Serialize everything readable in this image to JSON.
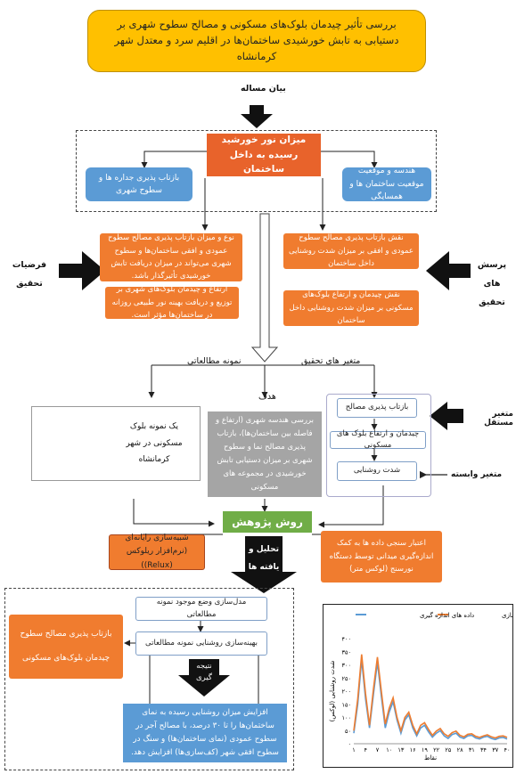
{
  "title": "بررسی تأثیر چیدمان بلوک‌های مسکونی و مصالح سطوح شهری بر دستیابی به تابش خورشیدی ساختمان‌ها در اقلیم سرد و معتدل شهر کرمانشاه",
  "problem_statement": "بیان مساله",
  "sunlight_box": "میزان نور خورشید رسیده به داخل ساختمان",
  "reflectivity_box": "بازتاب پذیری جداره ها و سطوح شهری",
  "geometry_box": "هندسه و موقعیت موقعیت ساختمان ها و همسایگی",
  "hypotheses_label": "فرضیات تحقیق",
  "questions_label": "پرسش های تحقیق",
  "hypothesis_1": "نوع و میزان بازتاب پذیری مصالح سطوح عمودی و افقی ساختمان‌ها و سطوح شهری می‌تواند در میزان دریافت تابش خورشیدی تأثیرگذار باشد.",
  "hypothesis_2": "ارتفاع و چیدمان بلوک‌های شهری بر توزیع و دریافت بهینه نور طبیعی روزانه در ساختمان‌ها مؤثر است.",
  "question_1": "نقش بازتاب پذیری مصالح سطوح عمودی و افقی بر میزان شدت روشنایی داخل ساختمان",
  "question_2": "نقش چیدمان و ارتفاع بلوک‌های مسکونی بر میزان شدت روشنایی داخل ساختمان",
  "case_study_label": "نمونه مطالعاتی",
  "variables_label": "متغیر های تحقیق",
  "goal_label": "هدف",
  "case_study_text": "یک نمونه بلوک مسکونی در شهر کرمانشاه",
  "goal_text": "بررسی هندسه شهری (ارتفاع و فاصله بین ساختمان‌ها)، بازتاب پذیری مصالح نما و سطوح شهری بر میزان دستیابی تابش خورشیدی در مجموعه های مسکونی",
  "variable_1": "بازتاب پذیری مصالح",
  "variable_2": "چیدمان و ارتفاع بلوک های مسکونی",
  "variable_3": "شدت روشنایی",
  "independent_label": "متغیر مستقل",
  "dependent_label": "متغیر وابسته",
  "method_box": "روش پژوهش",
  "simulation_box": "شبیه‌سازی رایانه‌ای (نرم‌افزار ریلوکس (Relux))",
  "analysis_arrow": "تحلیل و یافته ها",
  "validation_box": "اعتبار سنجی داده ها به کمک اندازه‌گیری میدانی توسط دستگاه نورسنج (لوکس متر)",
  "model_box": "مدل‌سازی وضع موجود نمونه مطالعاتی",
  "optimize_box": "بهینه‌سازی روشنایی نمونه مطالعاتی",
  "reflect_box": "بازتاب پذیری مصالح سطوح",
  "layout_box": "چیدمان بلوک‌های مسکونی",
  "result_arrow": "نتیجه گیری",
  "conclusion_box": "افزایش میزان روشنایی رسیده به نمای ساختمان‌ها را تا ۳۰ درصد، با مصالح آجر در سطوح عمودی (نمای ساختمان‌ها) و سنگ در سطوح افقی شهر (کف‌سازی‌ها) افزایش دهد.",
  "chart_data": {
    "type": "line",
    "title": "",
    "xlabel": "نقاط",
    "ylabel": "شدت روشنایی (لوکس)",
    "ylim": [
      0,
      400
    ],
    "yticks": [
      "۰",
      "۵۰",
      "۱۰۰",
      "۱۵۰",
      "۲۰۰",
      "۲۵۰",
      "۳۰۰",
      "۳۵۰",
      "۴۰۰"
    ],
    "xticks": [
      "۱",
      "۴",
      "۷",
      "۱۰",
      "۱۳",
      "۱۶",
      "۱۹",
      "۲۲",
      "۲۵",
      "۲۸",
      "۳۱",
      "۳۴",
      "۳۷",
      "۴۰"
    ],
    "x": [
      1,
      2,
      3,
      4,
      5,
      6,
      7,
      8,
      9,
      10,
      11,
      12,
      13,
      14,
      15,
      16,
      17,
      18,
      19,
      20,
      21,
      22,
      23,
      24,
      25,
      26,
      27,
      28,
      29,
      30,
      31,
      32,
      33,
      34,
      35,
      36,
      37,
      38,
      39,
      40
    ],
    "series": [
      {
        "name": "داده های اندازه گیری",
        "color": "#5b9bd5",
        "values": [
          40,
          150,
          320,
          170,
          60,
          190,
          310,
          180,
          60,
          120,
          160,
          90,
          40,
          90,
          110,
          60,
          30,
          60,
          70,
          45,
          25,
          40,
          50,
          30,
          20,
          35,
          40,
          25,
          20,
          30,
          32,
          22,
          18,
          25,
          28,
          20,
          16,
          22,
          24,
          18
        ]
      },
      {
        "name": "داده های شبیه سازی",
        "color": "#ed7d31",
        "values": [
          50,
          170,
          340,
          190,
          70,
          210,
          330,
          200,
          75,
          135,
          175,
          100,
          50,
          100,
          120,
          70,
          38,
          70,
          80,
          55,
          32,
          48,
          58,
          38,
          28,
          42,
          48,
          32,
          26,
          36,
          38,
          28,
          24,
          30,
          34,
          26,
          22,
          28,
          30,
          24
        ]
      }
    ]
  }
}
